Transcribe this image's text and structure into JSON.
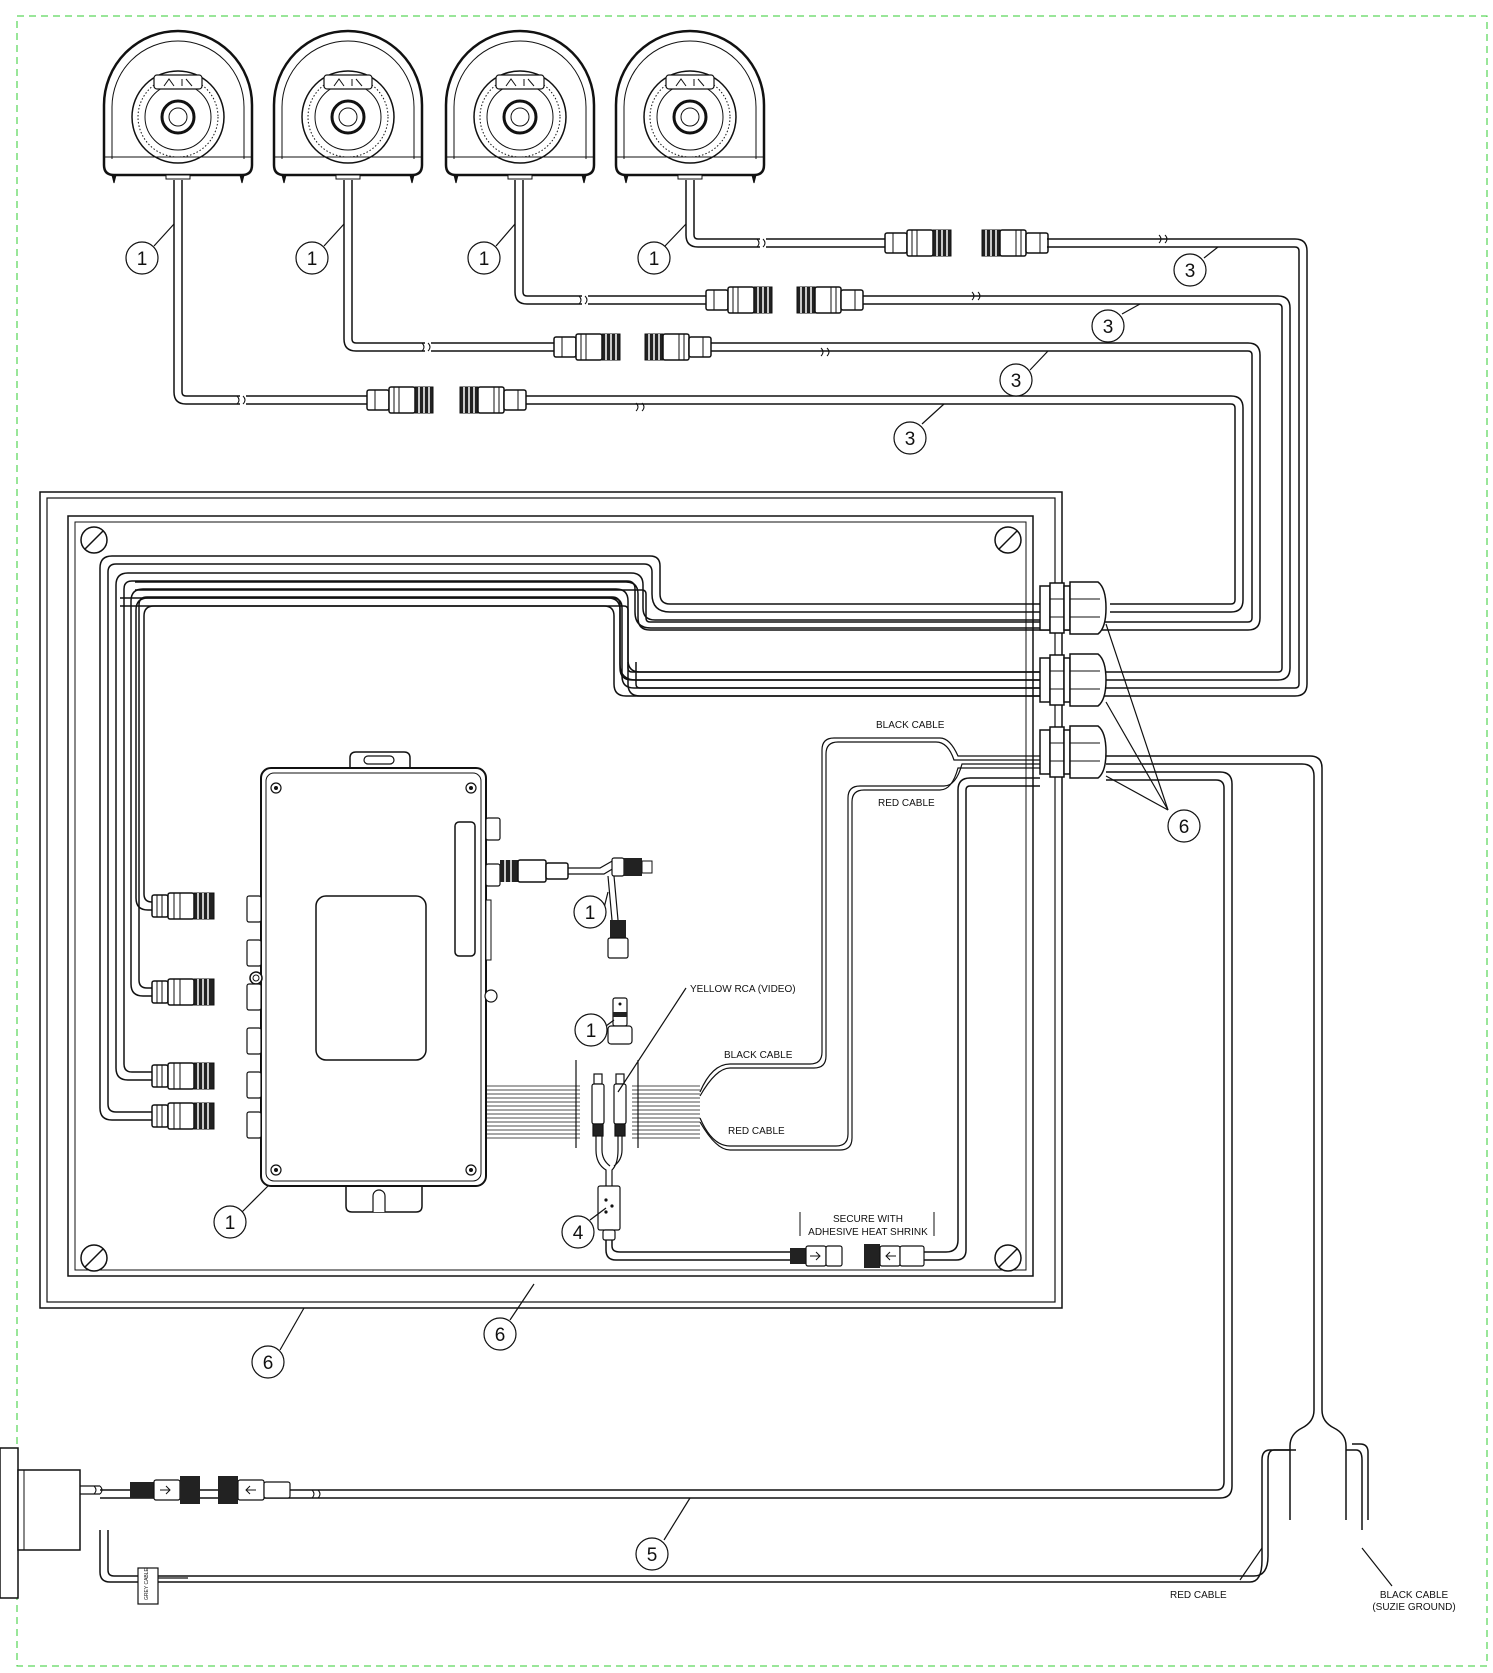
{
  "callouts": {
    "one": "1",
    "three": "3",
    "four": "4",
    "five": "5",
    "six": "6"
  },
  "labels": {
    "black_cable": "BLACK CABLE",
    "red_cable": "RED CABLE",
    "yellow_rca": "YELLOW RCA (VIDEO)",
    "secure_line1": "SECURE WITH",
    "secure_line2": "ADHESIVE HEAT SHRINK",
    "black_cable_suzie_line1": "BLACK CABLE",
    "black_cable_suzie_line2": "(SUZIE GROUND)",
    "grey_cable": "GREY CABLE"
  },
  "colors": {
    "line": "#111111",
    "border_dash": "#33cc33",
    "background": "#ffffff"
  }
}
